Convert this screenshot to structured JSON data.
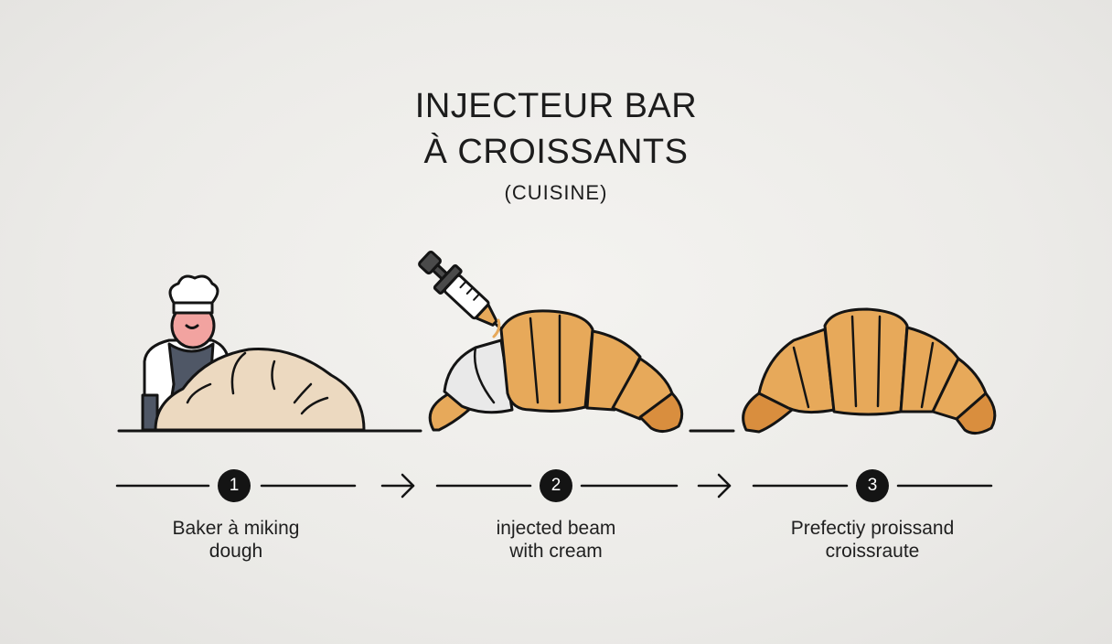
{
  "title": {
    "line1": "INJECTEUR BAR",
    "line2": "À CROISSANTS",
    "subtitle": "(CUISINE)"
  },
  "steps": [
    {
      "number": "1",
      "caption_line1": "Baker à miking",
      "caption_line2": "dough"
    },
    {
      "number": "2",
      "caption_line1": "injected beam",
      "caption_line2": "with cream"
    },
    {
      "number": "3",
      "caption_line1": "Prefectiy proissand",
      "caption_line2": "croissraute"
    }
  ],
  "colors": {
    "background": "#eeedea",
    "croissant_fill": "#e7a95a",
    "croissant_shade": "#d98e3e",
    "dough": "#ecd9c0",
    "cream": "#e9e9e9",
    "ink": "#141414"
  }
}
